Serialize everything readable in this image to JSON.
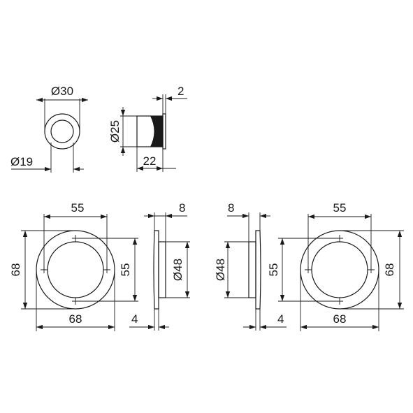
{
  "drawing": {
    "small_rosette_front": {
      "outer_diameter": "Ø30",
      "inner_diameter": "Ø19"
    },
    "small_rosette_side": {
      "diameter": "Ø25",
      "flange": "2",
      "depth": "22"
    },
    "left_rosette_front": {
      "hole_spacing_h": "55",
      "hole_spacing_v": "55",
      "width": "68",
      "height": "68"
    },
    "left_rosette_side": {
      "thickness": "8",
      "plate": "4",
      "diameter": "Ø48"
    },
    "right_rosette_side": {
      "thickness": "8",
      "plate": "4",
      "diameter": "Ø48"
    },
    "right_rosette_front": {
      "hole_spacing_h": "55",
      "hole_spacing_v": "55",
      "width": "68",
      "height": "68"
    }
  }
}
